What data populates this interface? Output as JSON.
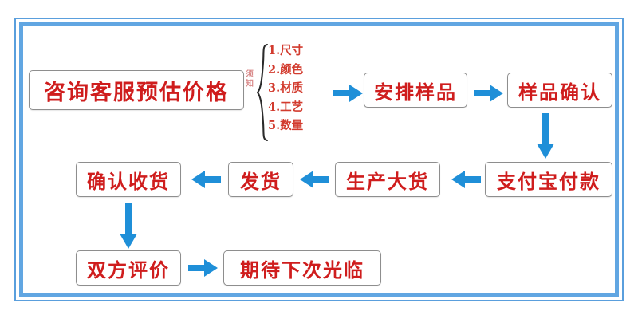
{
  "frame": {
    "border_color": "#5a9fdd",
    "inner_border_color": "#61a6e2",
    "background": "#ffffff"
  },
  "theme": {
    "node_text_color": "#cf1d1d",
    "node_border_color": "#8e8e8e",
    "arrow_color": "#1f8fd8",
    "notice_label_color": "#d98a8a",
    "notice_list_color": "#d23b2e"
  },
  "flowchart": {
    "type": "process-flow",
    "title": "",
    "nodes": [
      {
        "id": "n1",
        "label": "咨询客服预估价格",
        "row": 1
      },
      {
        "id": "n2",
        "label": "安排样品",
        "row": 1
      },
      {
        "id": "n3",
        "label": "样品确认",
        "row": 1
      },
      {
        "id": "n4",
        "label": "支付宝付款",
        "row": 2
      },
      {
        "id": "n5",
        "label": "生产大货",
        "row": 2
      },
      {
        "id": "n6",
        "label": "发货",
        "row": 2
      },
      {
        "id": "n7",
        "label": "确认收货",
        "row": 2
      },
      {
        "id": "n8",
        "label": "双方评价",
        "row": 3
      },
      {
        "id": "n9",
        "label": "期待下次光临",
        "row": 3
      }
    ],
    "edges": [
      {
        "from": "n1",
        "to": "n2",
        "direction": "right"
      },
      {
        "from": "n2",
        "to": "n3",
        "direction": "right"
      },
      {
        "from": "n3",
        "to": "n4",
        "direction": "down"
      },
      {
        "from": "n4",
        "to": "n5",
        "direction": "left"
      },
      {
        "from": "n5",
        "to": "n6",
        "direction": "left"
      },
      {
        "from": "n6",
        "to": "n7",
        "direction": "left"
      },
      {
        "from": "n7",
        "to": "n8",
        "direction": "down"
      },
      {
        "from": "n8",
        "to": "n9",
        "direction": "right"
      }
    ]
  },
  "notice": {
    "label": "须知",
    "label_char_1": "须",
    "label_char_2": "知",
    "items": [
      "1.尺寸",
      "2.颜色",
      "3.材质",
      "4.工艺",
      "5.数量"
    ]
  }
}
